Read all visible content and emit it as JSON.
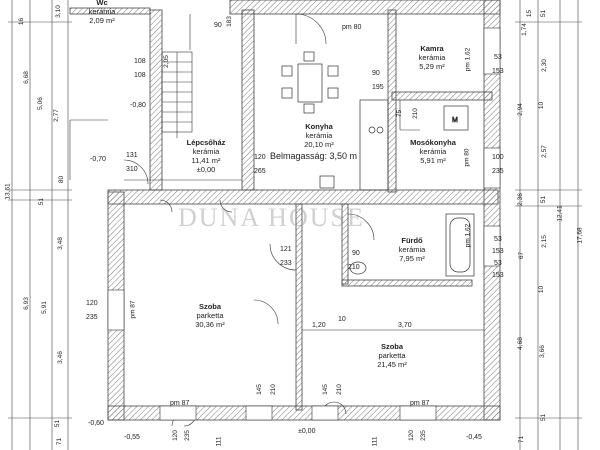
{
  "rooms": {
    "wc": {
      "name": "Wc",
      "material": "kerámia",
      "area": "2,09 m²"
    },
    "stair": {
      "name": "Lépcsőház",
      "material": "kerámia",
      "area": "11,41 m²",
      "level": "±0,00"
    },
    "kitchen": {
      "name": "Konyha",
      "material": "kerámia",
      "area": "20,10 m²",
      "height": "Belmagasság: 3,50 m"
    },
    "pantry": {
      "name": "Kamra",
      "material": "kerámia",
      "area": "5,29 m²"
    },
    "laundry": {
      "name": "Mosókonyha",
      "material": "kerámia",
      "area": "5,91 m²"
    },
    "bath": {
      "name": "Fürdő",
      "material": "kerámia",
      "area": "7,95 m²"
    },
    "room1": {
      "name": "Szoba",
      "material": "parketta",
      "area": "30,36 m²"
    },
    "room2": {
      "name": "Szoba",
      "material": "parketta",
      "area": "21,45 m²"
    }
  },
  "watermark": "DUNA HOUSE",
  "labels": {
    "d108a": "108",
    "d108b": "108",
    "d205": "2,05",
    "d080": "-0,80",
    "d090": "90",
    "d183": "183",
    "dpm80top": "pm 80",
    "d070": "-0,70",
    "d131": "131",
    "d310": "310",
    "d120k": "120",
    "d265": "265",
    "d90k": "90",
    "d195": "195",
    "d75": "75",
    "d210m": "210",
    "dpm80m": "pm 80",
    "dpm162a": "pm 1,62",
    "dpm162b": "pm 1,62",
    "d53a": "53",
    "d153a": "153",
    "d100": "100",
    "d235r": "235",
    "d53b": "53",
    "d153b": "153",
    "d53c": "53",
    "d153c": "153",
    "d121": "121",
    "d233": "233",
    "d90b": "90",
    "d210b": "210",
    "d120l": "120",
    "d235l": "235",
    "dpm87l": "pm 87",
    "d120c": "1,20",
    "d10": "10",
    "d370": "3,70",
    "d145a": "145",
    "d210c": "210",
    "d145b": "145",
    "d210d": "210",
    "dpm87a": "pm 87",
    "dpm87b": "pm 87",
    "dn060": "-0,60",
    "dn055": "-0,55",
    "d120b1": "120",
    "d235b1": "235",
    "d000": "±0,00",
    "d111a": "111",
    "d111b": "111",
    "d120b2": "120",
    "d235b2": "235",
    "dn045": "-0,45",
    "vl_16": "16",
    "vl_310": "3,10",
    "vl_668": "6,68",
    "vl_506": "5,06",
    "vl_277": "2,77",
    "vl_1361": "13,61",
    "vl_80": "80",
    "vl_51a": "51",
    "vl_348": "3,48",
    "vl_693": "6,93",
    "vl_591": "5,91",
    "vl_346": "3,46",
    "vl_51b": "51",
    "vl_71": "71",
    "vr_15": "15",
    "vr_51a": "51",
    "vr_174": "1,74",
    "vr_230": "2,30",
    "vr_10a": "10",
    "vr_294": "2,94",
    "vr_257": "2,57",
    "vr_51b": "51",
    "vr_236": "2,36",
    "vr_215": "2,15",
    "vr_67": "67",
    "vr_1241": "12,41",
    "vr_1768": "17,68",
    "vr_10b": "10",
    "vr_468": "4,68",
    "vr_366": "3,66",
    "vr_51c": "51",
    "vr_71": "71"
  },
  "colors": {
    "wall": "#555555",
    "hatch": "#8a8a8a",
    "line": "#333333"
  }
}
